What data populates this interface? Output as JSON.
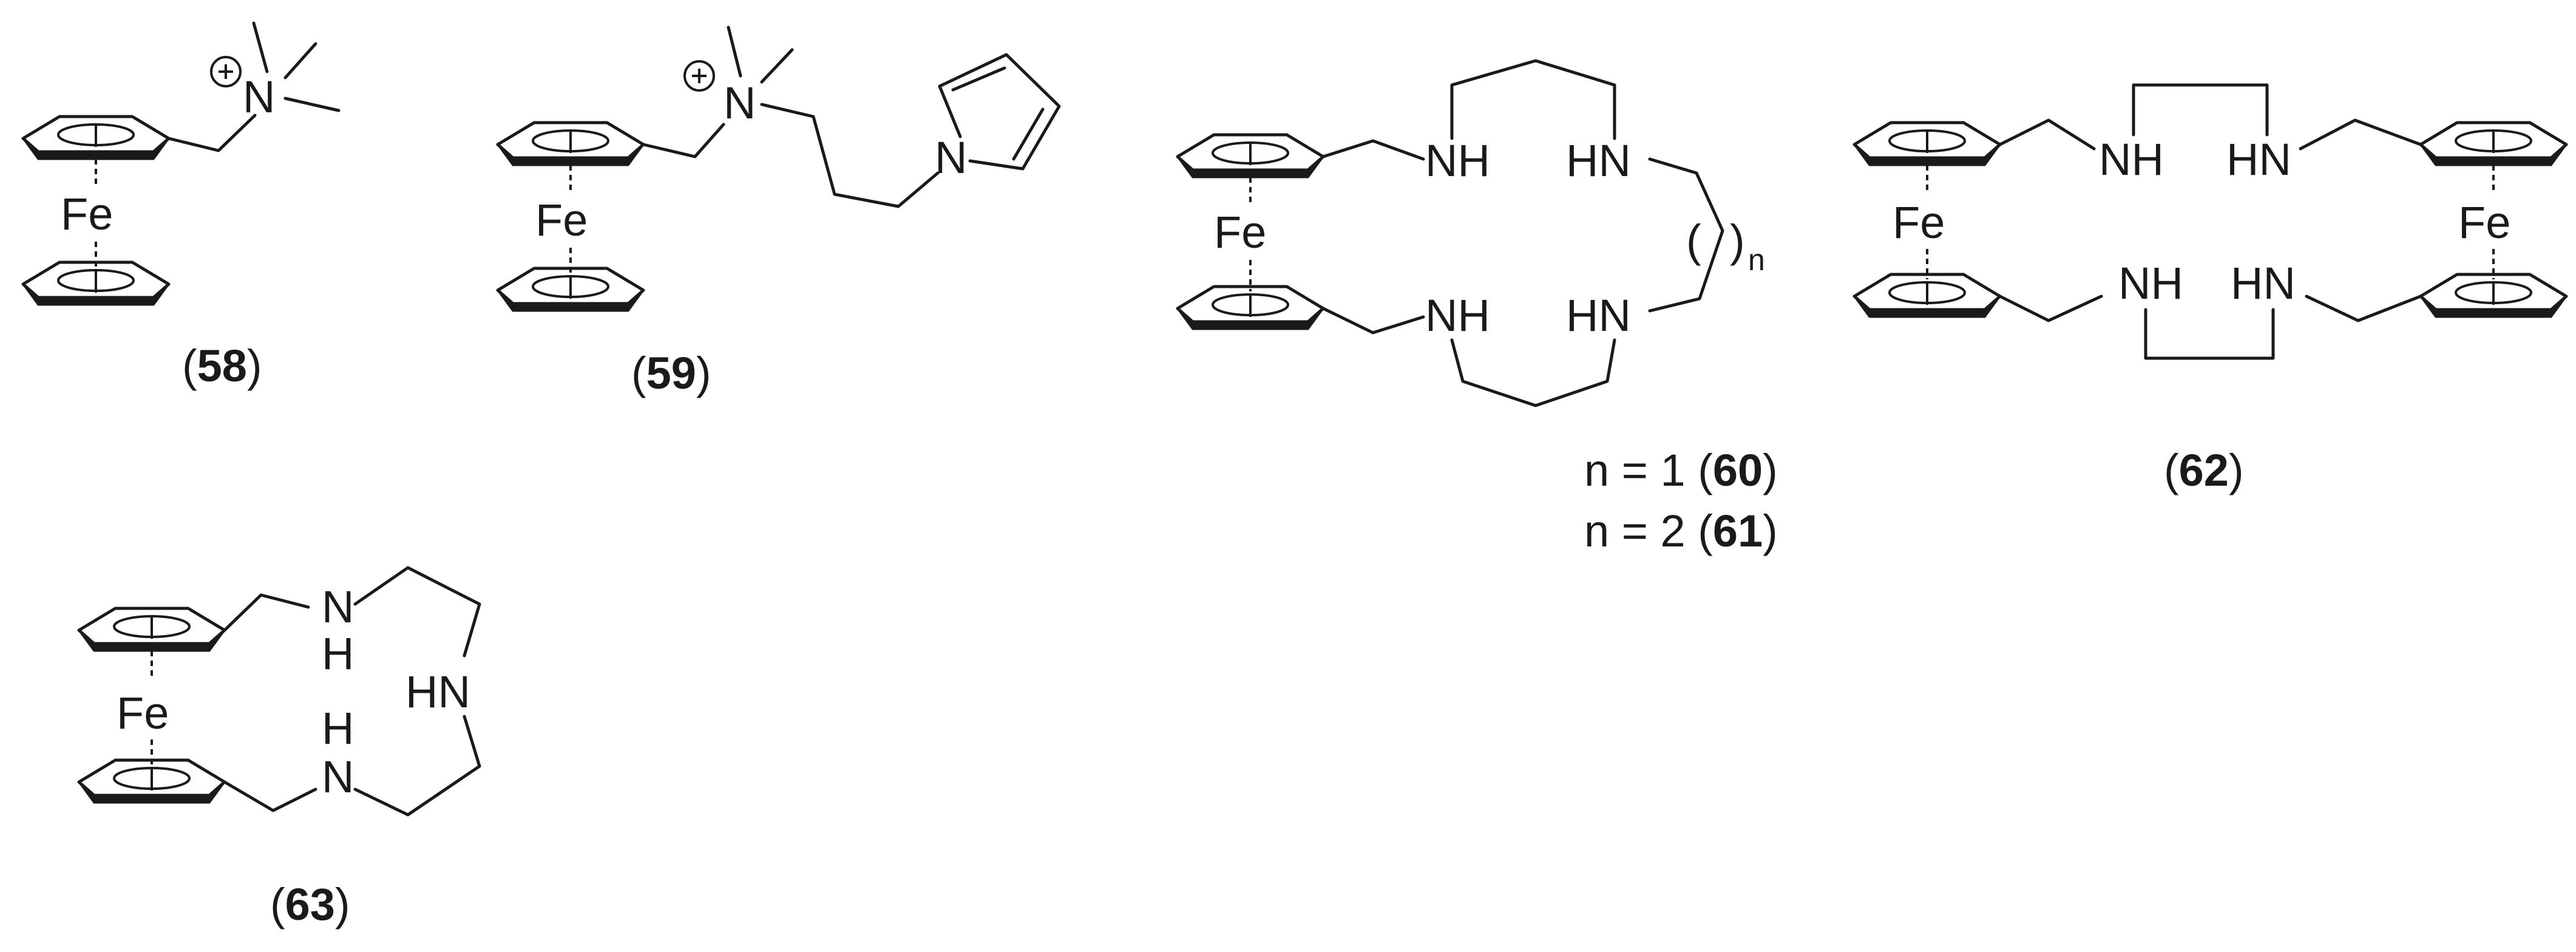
{
  "atoms": {
    "fe": "Fe",
    "n": "N",
    "nh": "NH",
    "hn": "HN",
    "h": "H",
    "plus": "+",
    "paren_open": "(",
    "paren_close": ")",
    "n_subscript": "n"
  },
  "compounds": {
    "c58": {
      "open": "(",
      "number": "58",
      "close": ")"
    },
    "c59": {
      "open": "(",
      "number": "59",
      "close": ")"
    },
    "c60": {
      "prefix": "n = 1 (",
      "number": "60",
      "close": ")"
    },
    "c61": {
      "prefix": "n = 2 (",
      "number": "61",
      "close": ")"
    },
    "c62": {
      "open": "(",
      "number": "62",
      "close": ")"
    },
    "c63": {
      "open": "(",
      "number": "63",
      "close": ")"
    }
  }
}
